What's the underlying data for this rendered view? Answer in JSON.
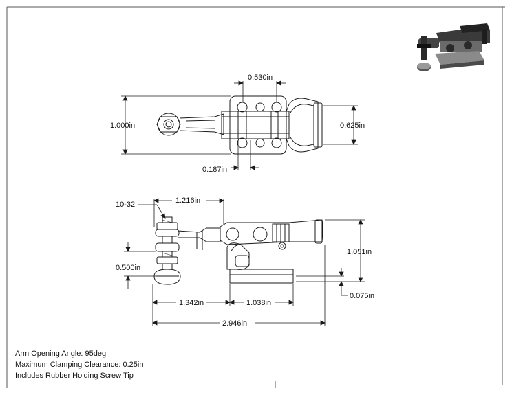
{
  "drawing": {
    "top_view": {
      "dim_width_top": "0.530in",
      "dim_overall_height": "1.000in",
      "dim_handle_height": "0.625in",
      "dim_slot": "0.187in"
    },
    "side_view": {
      "thread_callout": "10-32",
      "dim_spindle_to_pivot": "1.216in",
      "dim_height": "1.051in",
      "dim_tip_height": "0.500in",
      "dim_base_thickness": "0.075in",
      "dim_spindle_offset": "1.342in",
      "dim_base_length": "1.038in",
      "dim_overall_length": "2.946in"
    },
    "notes": [
      "Arm Opening Angle: 95deg",
      "Maximum Clamping Clearance: 0.25in",
      "Includes Rubber Holding Screw Tip"
    ]
  },
  "colors": {
    "line": "#1a1a1a",
    "thumb_body": "#5a5a5a",
    "thumb_dark": "#2b2b2b",
    "thumb_light": "#9a9a9a"
  }
}
